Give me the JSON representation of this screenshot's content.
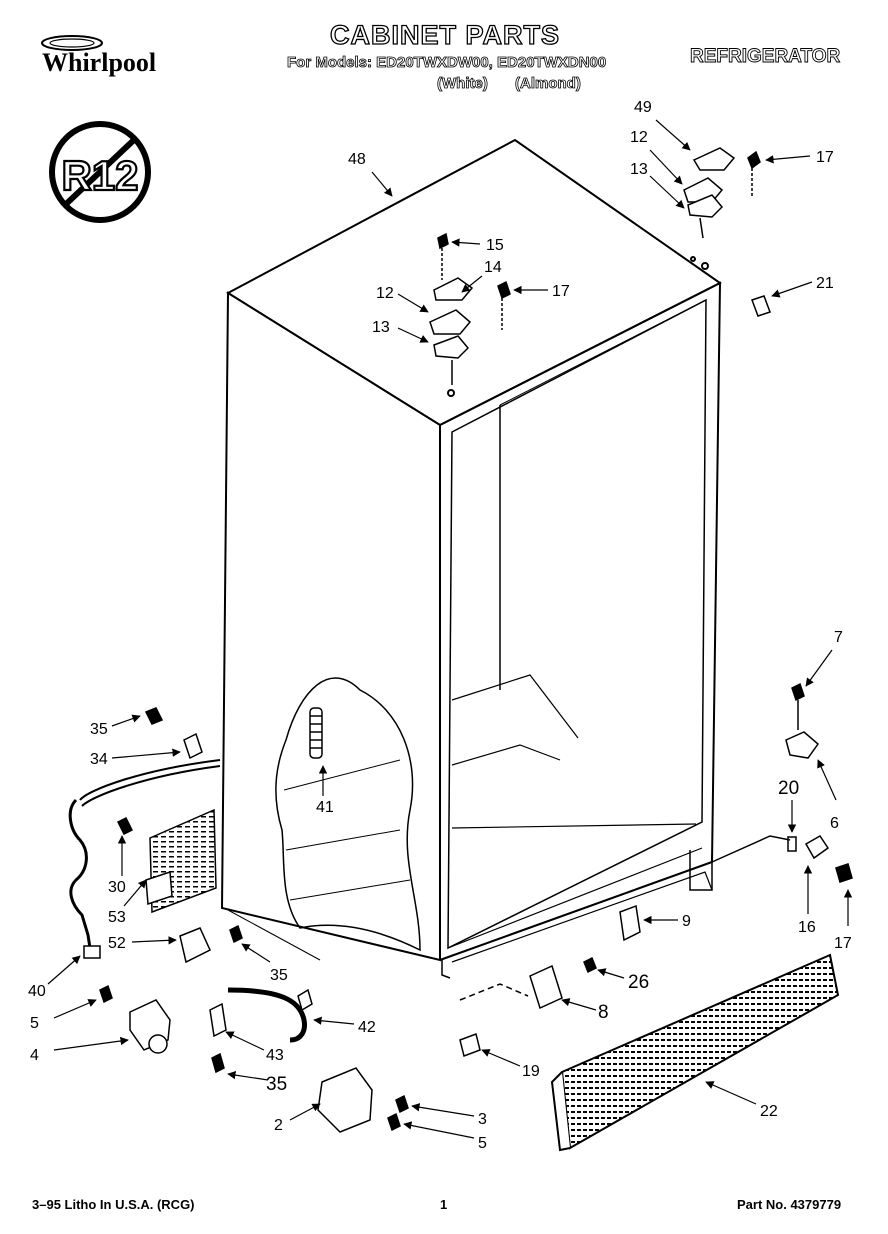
{
  "header": {
    "brand": "Whirlpool",
    "title": "CABINET PARTS",
    "models_line": "For Models: ED20TWXDW00, ED20TWXDN00",
    "variants": [
      "(White)",
      "(Almond)"
    ],
    "category": "REFRIGERATOR",
    "badge": "R12"
  },
  "callouts": [
    {
      "id": "c48",
      "label": "48"
    },
    {
      "id": "c49",
      "label": "49"
    },
    {
      "id": "c12a",
      "label": "12"
    },
    {
      "id": "c13a",
      "label": "13"
    },
    {
      "id": "c17a",
      "label": "17"
    },
    {
      "id": "c15",
      "label": "15"
    },
    {
      "id": "c14",
      "label": "14"
    },
    {
      "id": "c12b",
      "label": "12"
    },
    {
      "id": "c17b",
      "label": "17"
    },
    {
      "id": "c13b",
      "label": "13"
    },
    {
      "id": "c21",
      "label": "21"
    },
    {
      "id": "c7",
      "label": "7"
    },
    {
      "id": "c35a",
      "label": "35"
    },
    {
      "id": "c34",
      "label": "34"
    },
    {
      "id": "c41",
      "label": "41"
    },
    {
      "id": "c20",
      "label": "20"
    },
    {
      "id": "c6",
      "label": "6"
    },
    {
      "id": "c30",
      "label": "30"
    },
    {
      "id": "c53",
      "label": "53"
    },
    {
      "id": "c16",
      "label": "16"
    },
    {
      "id": "c17c",
      "label": "17"
    },
    {
      "id": "c9",
      "label": "9"
    },
    {
      "id": "c52",
      "label": "52"
    },
    {
      "id": "c35b",
      "label": "35"
    },
    {
      "id": "c40",
      "label": "40"
    },
    {
      "id": "c26",
      "label": "26"
    },
    {
      "id": "c8",
      "label": "8"
    },
    {
      "id": "c5a",
      "label": "5"
    },
    {
      "id": "c42",
      "label": "42"
    },
    {
      "id": "c4",
      "label": "4"
    },
    {
      "id": "c43",
      "label": "43"
    },
    {
      "id": "c19",
      "label": "19"
    },
    {
      "id": "c35c",
      "label": "35"
    },
    {
      "id": "c22",
      "label": "22"
    },
    {
      "id": "c3",
      "label": "3"
    },
    {
      "id": "c2",
      "label": "2"
    },
    {
      "id": "c5b",
      "label": "5"
    }
  ],
  "footer": {
    "litho": "3–95 Litho In U.S.A. (RCG)",
    "page": "1",
    "part_no": "Part No. 4379779"
  }
}
